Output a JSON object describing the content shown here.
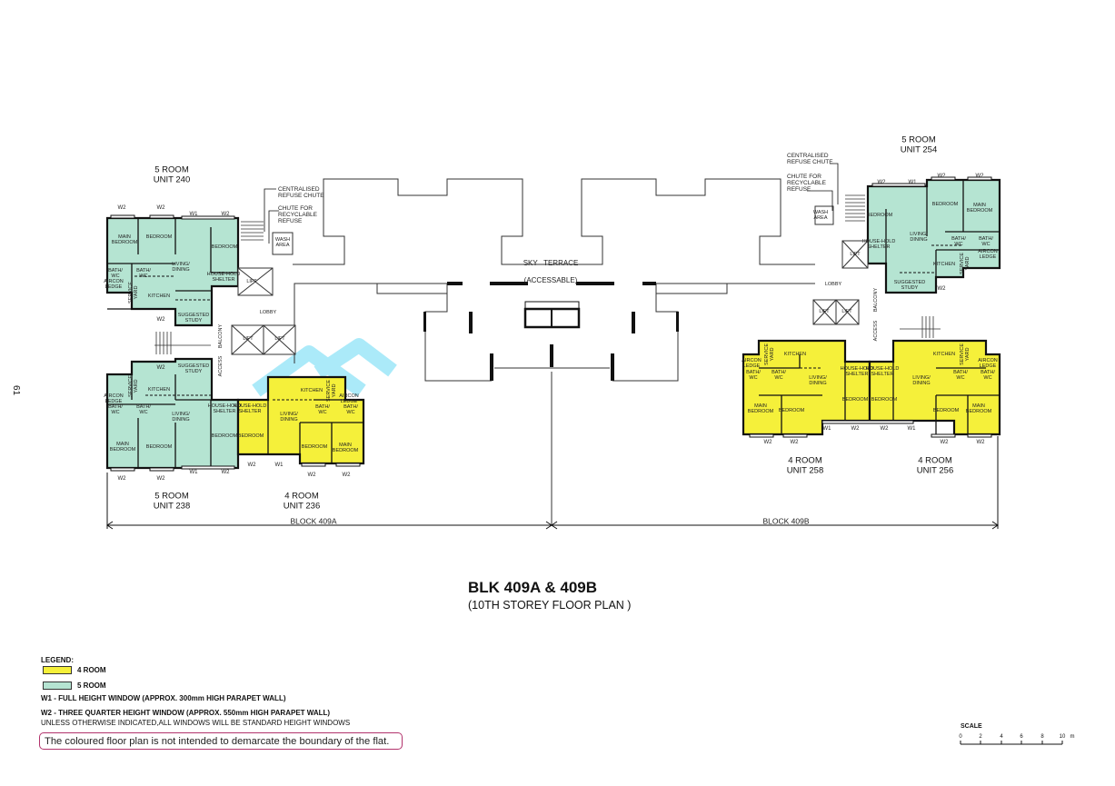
{
  "page_number": "61",
  "title": "BLK 409A & 409B",
  "subtitle": "(10TH STOREY FLOOR PLAN )",
  "colors": {
    "four_room": "#f5f03a",
    "five_room": "#b5e4d2",
    "note_border": "#b2336c",
    "watermark": "#8fe3f7"
  },
  "units": {
    "u240": {
      "type": "5 ROOM",
      "unit": "UNIT 240",
      "rooms": [
        "MAIN\nBEDROOM",
        "BEDROOM",
        "BEDROOM",
        "LIVING/\nDINING",
        "BATH/\nWC",
        "BATH/\nWC",
        "HOUSE-HOLD\nSHELTER",
        "KITCHEN",
        "SERVICE\nYARD",
        "SUGGESTED\nSTUDY",
        "AIRCON\nLEDGE"
      ],
      "windows": [
        "W2",
        "W2",
        "W1",
        "W2",
        "W2"
      ]
    },
    "u238": {
      "type": "5 ROOM",
      "unit": "UNIT 238",
      "rooms": [
        "SUGGESTED\nSTUDY",
        "KITCHEN",
        "LIVING/\nDINING",
        "BATH/\nWC",
        "BATH/\nWC",
        "HOUSE-HOLD\nSHELTER",
        "MAIN\nBEDROOM",
        "BEDROOM",
        "BEDROOM",
        "SERVICE\nYARD",
        "AIRCON\nLEDGE"
      ],
      "windows": [
        "W2",
        "W2",
        "W2",
        "W1",
        "W2"
      ]
    },
    "u236": {
      "type": "4 ROOM",
      "unit": "UNIT 236",
      "rooms": [
        "HOUSE-HOLD\nSHELTER",
        "KITCHEN",
        "SERVICE\nYARD",
        "LIVING/\nDINING",
        "BATH/\nWC",
        "BATH/\nWC",
        "AIRCON\nLEDGE",
        "BEDROOM",
        "BEDROOM",
        "MAIN\nBEDROOM"
      ],
      "windows": [
        "W2",
        "W1",
        "W2",
        "W2"
      ]
    },
    "u254": {
      "type": "5 ROOM",
      "unit": "UNIT 254",
      "rooms": [
        "BEDROOM",
        "BEDROOM",
        "MAIN\nBEDROOM",
        "LIVING/\nDINING",
        "HOUSE-HOLD\nSHELTER",
        "BATH/\nWC",
        "BATH/\nWC",
        "AIRCON\nLEDGE",
        "KITCHEN",
        "SERVICE\nYARD",
        "SUGGESTED\nSTUDY"
      ],
      "windows": [
        "W2",
        "W1",
        "W2",
        "W2",
        "W2"
      ]
    },
    "u258": {
      "type": "4 ROOM",
      "unit": "UNIT 258",
      "rooms": [
        "SERVICE\nYARD",
        "KITCHEN",
        "AIRCON\nLEDGE",
        "BATH/\nWC",
        "BATH/\nWC",
        "LIVING/\nDINING",
        "HOUSE-HOLD\nSHELTER",
        "MAIN\nBEDROOM",
        "BEDROOM",
        "BEDROOM"
      ],
      "windows": [
        "W1",
        "W2",
        "W2",
        "W2"
      ]
    },
    "u256": {
      "type": "4 ROOM",
      "unit": "UNIT 256",
      "rooms": [
        "HOUSE-HOLD\nSHELTER",
        "BEDROOM",
        "KITCHEN",
        "SERVICE\nYARD",
        "LIVING/\nDINING",
        "AIRCON\nLEDGE",
        "BATH/\nWC",
        "BATH/\nWC",
        "BEDROOM",
        "MAIN\nBEDROOM"
      ],
      "windows": [
        "W2",
        "W1",
        "W2",
        "W2"
      ]
    }
  },
  "common": {
    "refuse_chute": "CENTRALISED\nREFUSE CHUTE",
    "recycle_chute": "CHUTE FOR\nRECYCLABLE\nREFUSE",
    "wash_area": "WASH\nAREA",
    "lift": "LIFT",
    "lobby": "LOBBY",
    "balcony": "BALCONY",
    "access": "ACCESS",
    "sky_terrace": "SKY   TERRACE",
    "accessable": "(ACCESSABLE)",
    "block_a": "BLOCK 409A",
    "block_b": "BLOCK 409B"
  },
  "legend": {
    "heading": "LEGEND:",
    "four_room": "4 ROOM",
    "five_room": "5 ROOM",
    "w1": "W1 -  FULL HEIGHT WINDOW (APPROX. 300mm HIGH PARAPET WALL)",
    "w2": "W2 -  THREE QUARTER HEIGHT WINDOW (APPROX. 550mm HIGH PARAPET WALL)",
    "standard": "UNLESS OTHERWISE INDICATED,ALL WINDOWS WILL BE STANDARD HEIGHT WINDOWS",
    "note": "The coloured floor plan is not intended to demarcate the boundary of the flat."
  },
  "scale": {
    "label": "SCALE",
    "ticks": [
      "0",
      "2",
      "4",
      "6",
      "8",
      "10"
    ],
    "unit": "m"
  }
}
